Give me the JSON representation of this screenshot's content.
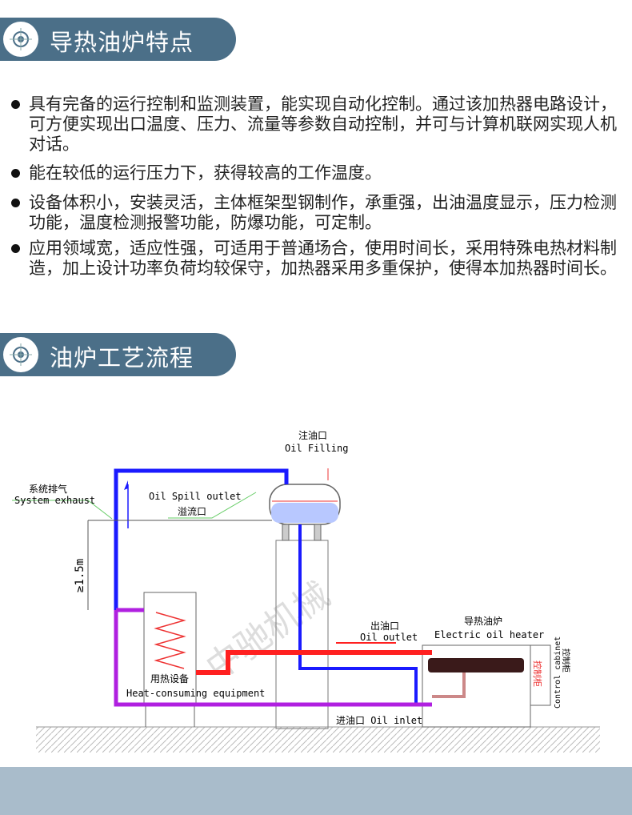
{
  "section1": {
    "title": "导热油炉特点",
    "icon": "crosshair-icon"
  },
  "features": [
    "具有完备的运行控制和监测装置，能实现自动化控制。通过该加热器电路设计，可方便实现出口温度、压力、流量等参数自动控制，并可与计算机联网实现人机对话。",
    "能在较低的运行压力下，获得较高的工作温度。",
    "设备体积小，安装灵活，主体框架型钢制作，承重强，出油温度显示，压力检测功能，温度检测报警功能，防爆功能，可定制。",
    "应用领域宽，适应性强，可适用于普通场合，使用时间长，采用特殊电热材料制造，加上设计功率负荷均较保守，加热器采用多重保护，使得本加热器时间长。"
  ],
  "section2": {
    "title": "油炉工艺流程",
    "icon": "crosshair-icon"
  },
  "diagram": {
    "oil_filling_cn": "注油口",
    "oil_filling_en": "Oil Filling",
    "exhaust_cn": "系统排气",
    "exhaust_en": "System exhaust",
    "spill_en": "Oil Spill outlet",
    "spill_cn": "溢流口",
    "height": "≥1.5m",
    "outlet_cn": "出油口",
    "outlet_en": "Oil outlet",
    "heater_cn": "导热油炉",
    "heater_en": "Electric oil heater",
    "equip_cn": "用热设备",
    "equip_en": "Heat-consuming equipment",
    "inlet": "进油口 Oil inlet",
    "cabinet_cn": "控制柜",
    "cabinet_en": "Control cabinet",
    "cabinet_cn2": "控制柜",
    "watermark": "中驰机械",
    "colors": {
      "hot": "#ff2020",
      "cold": "#1a1aff",
      "return": "#b020e0"
    }
  }
}
